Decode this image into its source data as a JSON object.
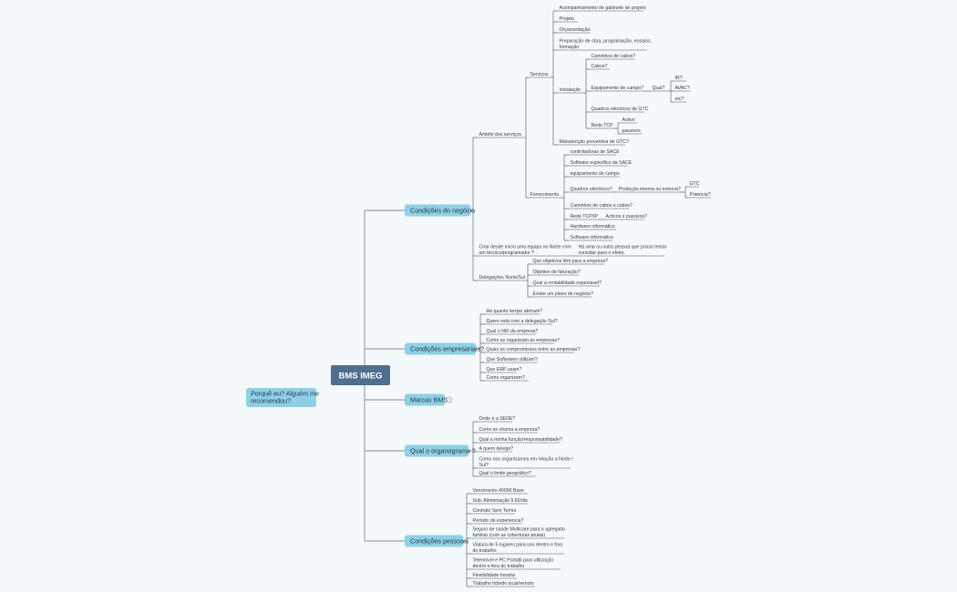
{
  "root": {
    "label": "BMS IMEG",
    "fill": "#4f6f8f"
  },
  "floating": {
    "lines": [
      "Porquê eu? Alguém me",
      "recomendou?"
    ]
  },
  "colors": {
    "main_fill": "#8fd0e6",
    "line": "#7e8c96",
    "icon": "question-circle-icon"
  },
  "branches": {
    "negocio": {
      "label": "Condições do negócio",
      "ambito": {
        "label": "Ambito dos serviços",
        "servicos": {
          "label": "Serviços",
          "items": {
            "acompanhamento": [
              "Acompanhamento de gabinete de projeto"
            ],
            "projeto": [
              "Projeto"
            ],
            "orcamentacao": [
              "Orçamentação"
            ],
            "preparacao": [
              "Preparação de obra, programação, ensaios,",
              "formação"
            ],
            "manutencao": [
              "Manutenção preventiva de GTC?"
            ]
          },
          "instalacao": {
            "label": "Instalação",
            "caminhos": [
              "Caminhos de cabos?"
            ],
            "cabos": [
              "Cabos?"
            ],
            "equipamento": {
              "label": "Equipamento de campo?",
              "qual": "Qual?",
              "options": [
                "IR?",
                "AVAC?",
                "etc?"
              ]
            },
            "quadros": [
              "Quadros eléctricos de GTC"
            ],
            "rede": {
              "label": "Rede TCP",
              "options": [
                "Activo",
                "passivos"
              ]
            }
          }
        },
        "fornecimento": {
          "label": "Fornecimento",
          "controladoras": [
            "controladoras de SACE"
          ],
          "software_sace": [
            "Software especifico da SACE"
          ],
          "equipamento": [
            "equipamento de campo"
          ],
          "quadros": {
            "label": "Quadros eléctricos?",
            "producao": "Produção interna ou externa?",
            "options": [
              "GTC",
              "Potencia?"
            ]
          },
          "caminhos": [
            "Caminhos de cabos e cabos?"
          ],
          "rede": {
            "label": "Rede TCP/IP",
            "sub": "Activos e passivos?"
          },
          "hardware": [
            "Hardware informático"
          ],
          "software": [
            "Software informático"
          ]
        }
      },
      "equipa": {
        "lines": [
          "Criar desde inicio uma equipa no Norte com",
          "um técnico/programador ?"
        ],
        "sub": [
          "Há uma ou outra pessoa que posso tentar",
          "convidar para o efeito."
        ]
      },
      "delegacoes": {
        "label": "Delegações Norte/Sul",
        "items": {
          "objetivos": [
            "Que objetivos têm para a empresa?"
          ],
          "faturacao": [
            "Objetivo de faturação?"
          ],
          "rentabilidade": [
            "Qual a rentabilidade expectavel?"
          ],
          "plano": [
            "Existe um plano de negócio?"
          ]
        }
      }
    },
    "empresariais": {
      "label": "Condições empresariais?",
      "items": {
        "tempo": [
          "Há quanto tempo abriram?"
        ],
        "delegacao": [
          "Quem está com a delegação Sul?"
        ],
        "nif": [
          "Qual o NIF da empresa?"
        ],
        "organizam": [
          "Como se organizam as empresas?"
        ],
        "compromissos": [
          "Quais os compromissos entre as empresas?"
        ],
        "softwares": [
          "Que Softwares utilizam?"
        ],
        "erp": [
          "Que ERP usam?"
        ],
        "organigrama": [
          "Como organizam?"
        ]
      }
    },
    "marcas": {
      "label": "Marcas BMS",
      "icon_glyph": "?"
    },
    "organograma": {
      "label": "Qual o organograma ?",
      "items": {
        "sede": [
          "Onde é a SEDE?"
        ],
        "nome": [
          "Como se chama a empresa?"
        ],
        "funcao": [
          "Qual a minha função/responsabilidade?"
        ],
        "delego": [
          "A quem delego?"
        ],
        "organizamos": [
          "Como nos organizamos em relação a Norte /",
          "Sul?"
        ],
        "limite": [
          "Qual o limite geográfico?"
        ]
      }
    },
    "pessoais": {
      "label": "Condições pessoais",
      "items": {
        "vencimento": [
          "Vencimento 4000€ Base"
        ],
        "subsidio": [
          "Sub. Alimentação 9.6€/dia"
        ],
        "contrato": [
          "Contrato Sem Termo"
        ],
        "experiencia": [
          "Periodo de experiencia?"
        ],
        "seguro": [
          "Seguro de saúde Multicare para o agregado",
          "familiar (com as coberturas atuais)"
        ],
        "viatura": [
          "Viatura de 5 lugares para uso dentro e fora",
          "do trabalho"
        ],
        "telemovel": [
          "Telemóvel e PC Portatil para utilização",
          "dentro e fora do trabalho"
        ],
        "flexibilidade": [
          "Flexibilidade horaria"
        ],
        "trabalho": [
          "Trabalho híbrido local/remoto"
        ]
      }
    }
  }
}
